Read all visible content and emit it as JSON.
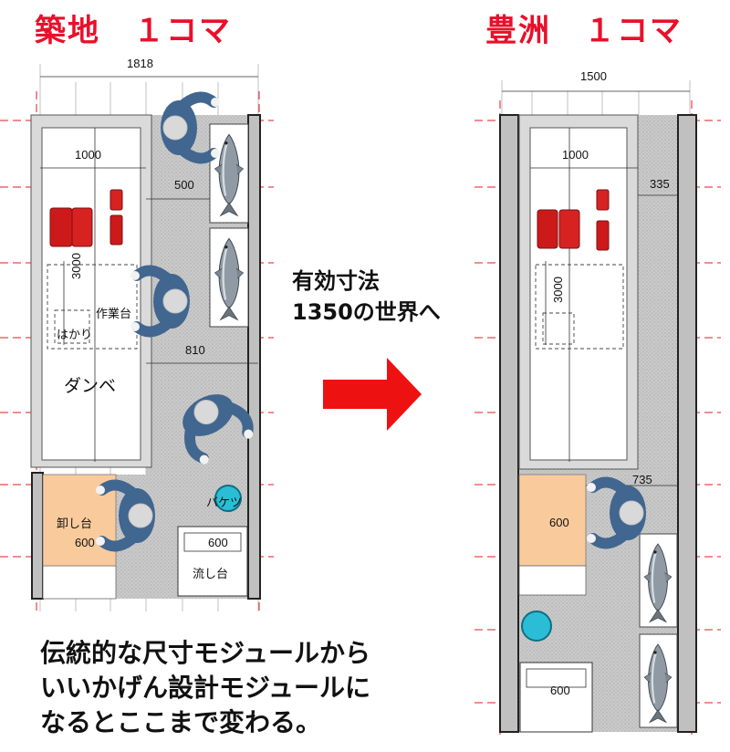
{
  "left": {
    "title": "築地　１コマ",
    "dim_width": "1818",
    "dim_table": "1000",
    "dim_aisle": "500",
    "dim_length": "3000",
    "dim_work": "810",
    "label_worktable": "作業台",
    "label_scale": "はかり",
    "label_danbe": "ダンベ",
    "label_unload": "卸し台",
    "dim_unload": "600",
    "label_bucket": "バケツ",
    "dim_sink": "600",
    "label_sink": "流し台"
  },
  "right": {
    "title": "豊洲　１コマ",
    "dim_width": "1500",
    "dim_table": "1000",
    "dim_aisle": "335",
    "dim_length": "3000",
    "dim_work": "735",
    "dim_unload": "600",
    "dim_sink": "600"
  },
  "middle": {
    "line1": "有効寸法",
    "line2": "1350の世界へ"
  },
  "caption": {
    "line1": "伝統的な尺寸モジュールから",
    "line2": "いいかげん設計モジュールに",
    "line3": "なるとここまで変わる。"
  },
  "colors": {
    "title": "#e8102a",
    "arrow": "#ee1111",
    "wall": "#d9d9d9",
    "floor": "#c9c9c9",
    "person": "#41668f",
    "tuna_red": "#cc1a1a",
    "unload_table": "#f9cb9c",
    "bucket": "#2bbdd6"
  }
}
